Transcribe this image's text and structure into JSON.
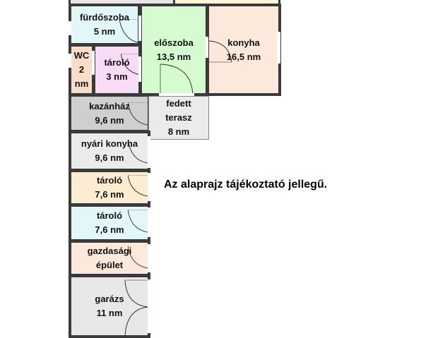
{
  "plan": {
    "rooms": [
      {
        "id": "furdoszoba",
        "name": "fürdőszoba",
        "area": "5 nm",
        "color": "#e3f7f8"
      },
      {
        "id": "eloszoba",
        "name": "előszoba",
        "area": "13,5 nm",
        "color": "#d6fbd0"
      },
      {
        "id": "konyha",
        "name": "konyha",
        "area": "16,5 nm",
        "color": "#fde8dc"
      },
      {
        "id": "wc",
        "name": "WC",
        "area": "2 nm",
        "color": "#fbdcc8"
      },
      {
        "id": "tarolo1",
        "name": "tároló",
        "area": "3 nm",
        "color": "#f8dcf6"
      },
      {
        "id": "kazanhaz",
        "name": "kazánház",
        "area": "9,6 nm",
        "color": "#cfcfcf"
      },
      {
        "id": "fedett_terasz",
        "name_line1": "fedett",
        "name_line2": "terasz",
        "area": "8 nm",
        "color": "#ebebeb"
      },
      {
        "id": "nyari_konyha",
        "name": "nyári konyha",
        "area": "9,6 nm",
        "color": "#ebebeb"
      },
      {
        "id": "tarolo2",
        "name": "tároló",
        "area": "7,6 nm",
        "color": "#fcecd2"
      },
      {
        "id": "tarolo3",
        "name": "tároló",
        "area": "7,6 nm",
        "color": "#e3f7f8"
      },
      {
        "id": "gazdasagi",
        "name_line1": "gazdasági",
        "name_line2": "épület",
        "color": "#fde8dc"
      },
      {
        "id": "garazs",
        "name": "garázs",
        "area": "11 nm",
        "color": "#e8e8e8"
      }
    ],
    "note": "Az alaprajz tájékoztató jellegű."
  }
}
